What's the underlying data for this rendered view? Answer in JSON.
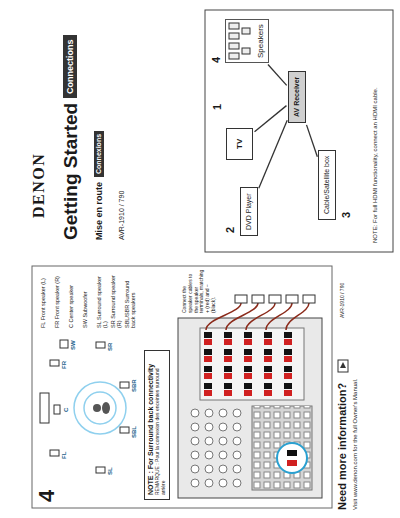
{
  "diagram": {
    "title": "Getting Started",
    "nodes": [
      {
        "text": [
          "Connections"
        ]
      },
      {
        "text": [
          "Connexions"
        ]
      },
      {
        "text": [
          "TV"
        ]
      },
      {
        "text": [
          "DVD Player"
        ]
      },
      {
        "text": [
          "Cable/Satellite box"
        ]
      },
      {
        "text": [
          "AV Receiver"
        ]
      },
      {
        "text": [
          "Speakers"
        ]
      },
      {
        "text": [
          "NOTE : For Surround back connectivity",
          "REMARQUE : Pour la connexion des enceintes surround arrière"
        ]
      }
    ],
    "edges": [
      {
        "from": 3,
        "to": 5,
        "arrow": "none"
      },
      {
        "from": 4,
        "to": 5,
        "arrow": "none"
      },
      {
        "from": 5,
        "to": 2,
        "arrow": "none"
      },
      {
        "from": 5,
        "to": 6,
        "arrow": "none"
      }
    ],
    "labels": [
      "DENON",
      "Mise en route",
      "AVR-1910 / 790",
      "1",
      "2",
      "3",
      "4",
      "NOTE: For full HDMI functionality, connect an HDMI cable.",
      "4",
      "FL",
      "FR",
      "C",
      "SW",
      "SL",
      "SR",
      "SBL",
      "SBR",
      "FL  Front speaker (L)",
      "FR  Front speaker (R)",
      "C  Center speaker",
      "SW  Subwoofer",
      "SL  Surround speaker (L)",
      "SR  Surround speaker (R)",
      "SBL/SBR  Surround back speakers",
      "Connect the speaker cables to the speaker terminals, matching + (red) and − (black).",
      "Need more information?",
      "Visit www.denon.com for the full Owner's Manual.",
      "AVR-1910 / 790"
    ]
  }
}
